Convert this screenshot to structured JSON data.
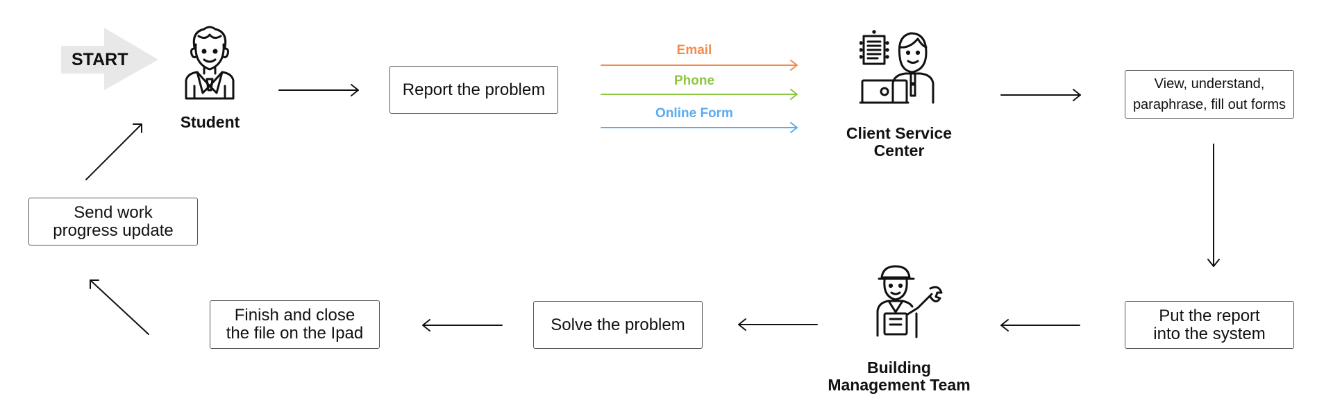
{
  "start_label": "START",
  "actors": {
    "student": "Student",
    "client_service": [
      "Client Service",
      "Center"
    ],
    "building_team": [
      "Building",
      "Management Team"
    ]
  },
  "channels": [
    {
      "label": "Email",
      "color": "#f28c4f"
    },
    {
      "label": "Phone",
      "color": "#8dc63f"
    },
    {
      "label": "Online Form",
      "color": "#5aabf2"
    }
  ],
  "steps": {
    "report": "Report the problem",
    "view": [
      "View, understand,",
      "paraphrase, fill out forms"
    ],
    "put": [
      "Put the report",
      "into the system"
    ],
    "solve": "Solve the problem",
    "finish": [
      "Finish and close",
      "the file on the Ipad"
    ],
    "send": [
      "Send work",
      "progress update"
    ]
  },
  "colors": {
    "arrow": "#111111",
    "start_arrow": "#e8e8e8",
    "box_border": "#555555"
  }
}
